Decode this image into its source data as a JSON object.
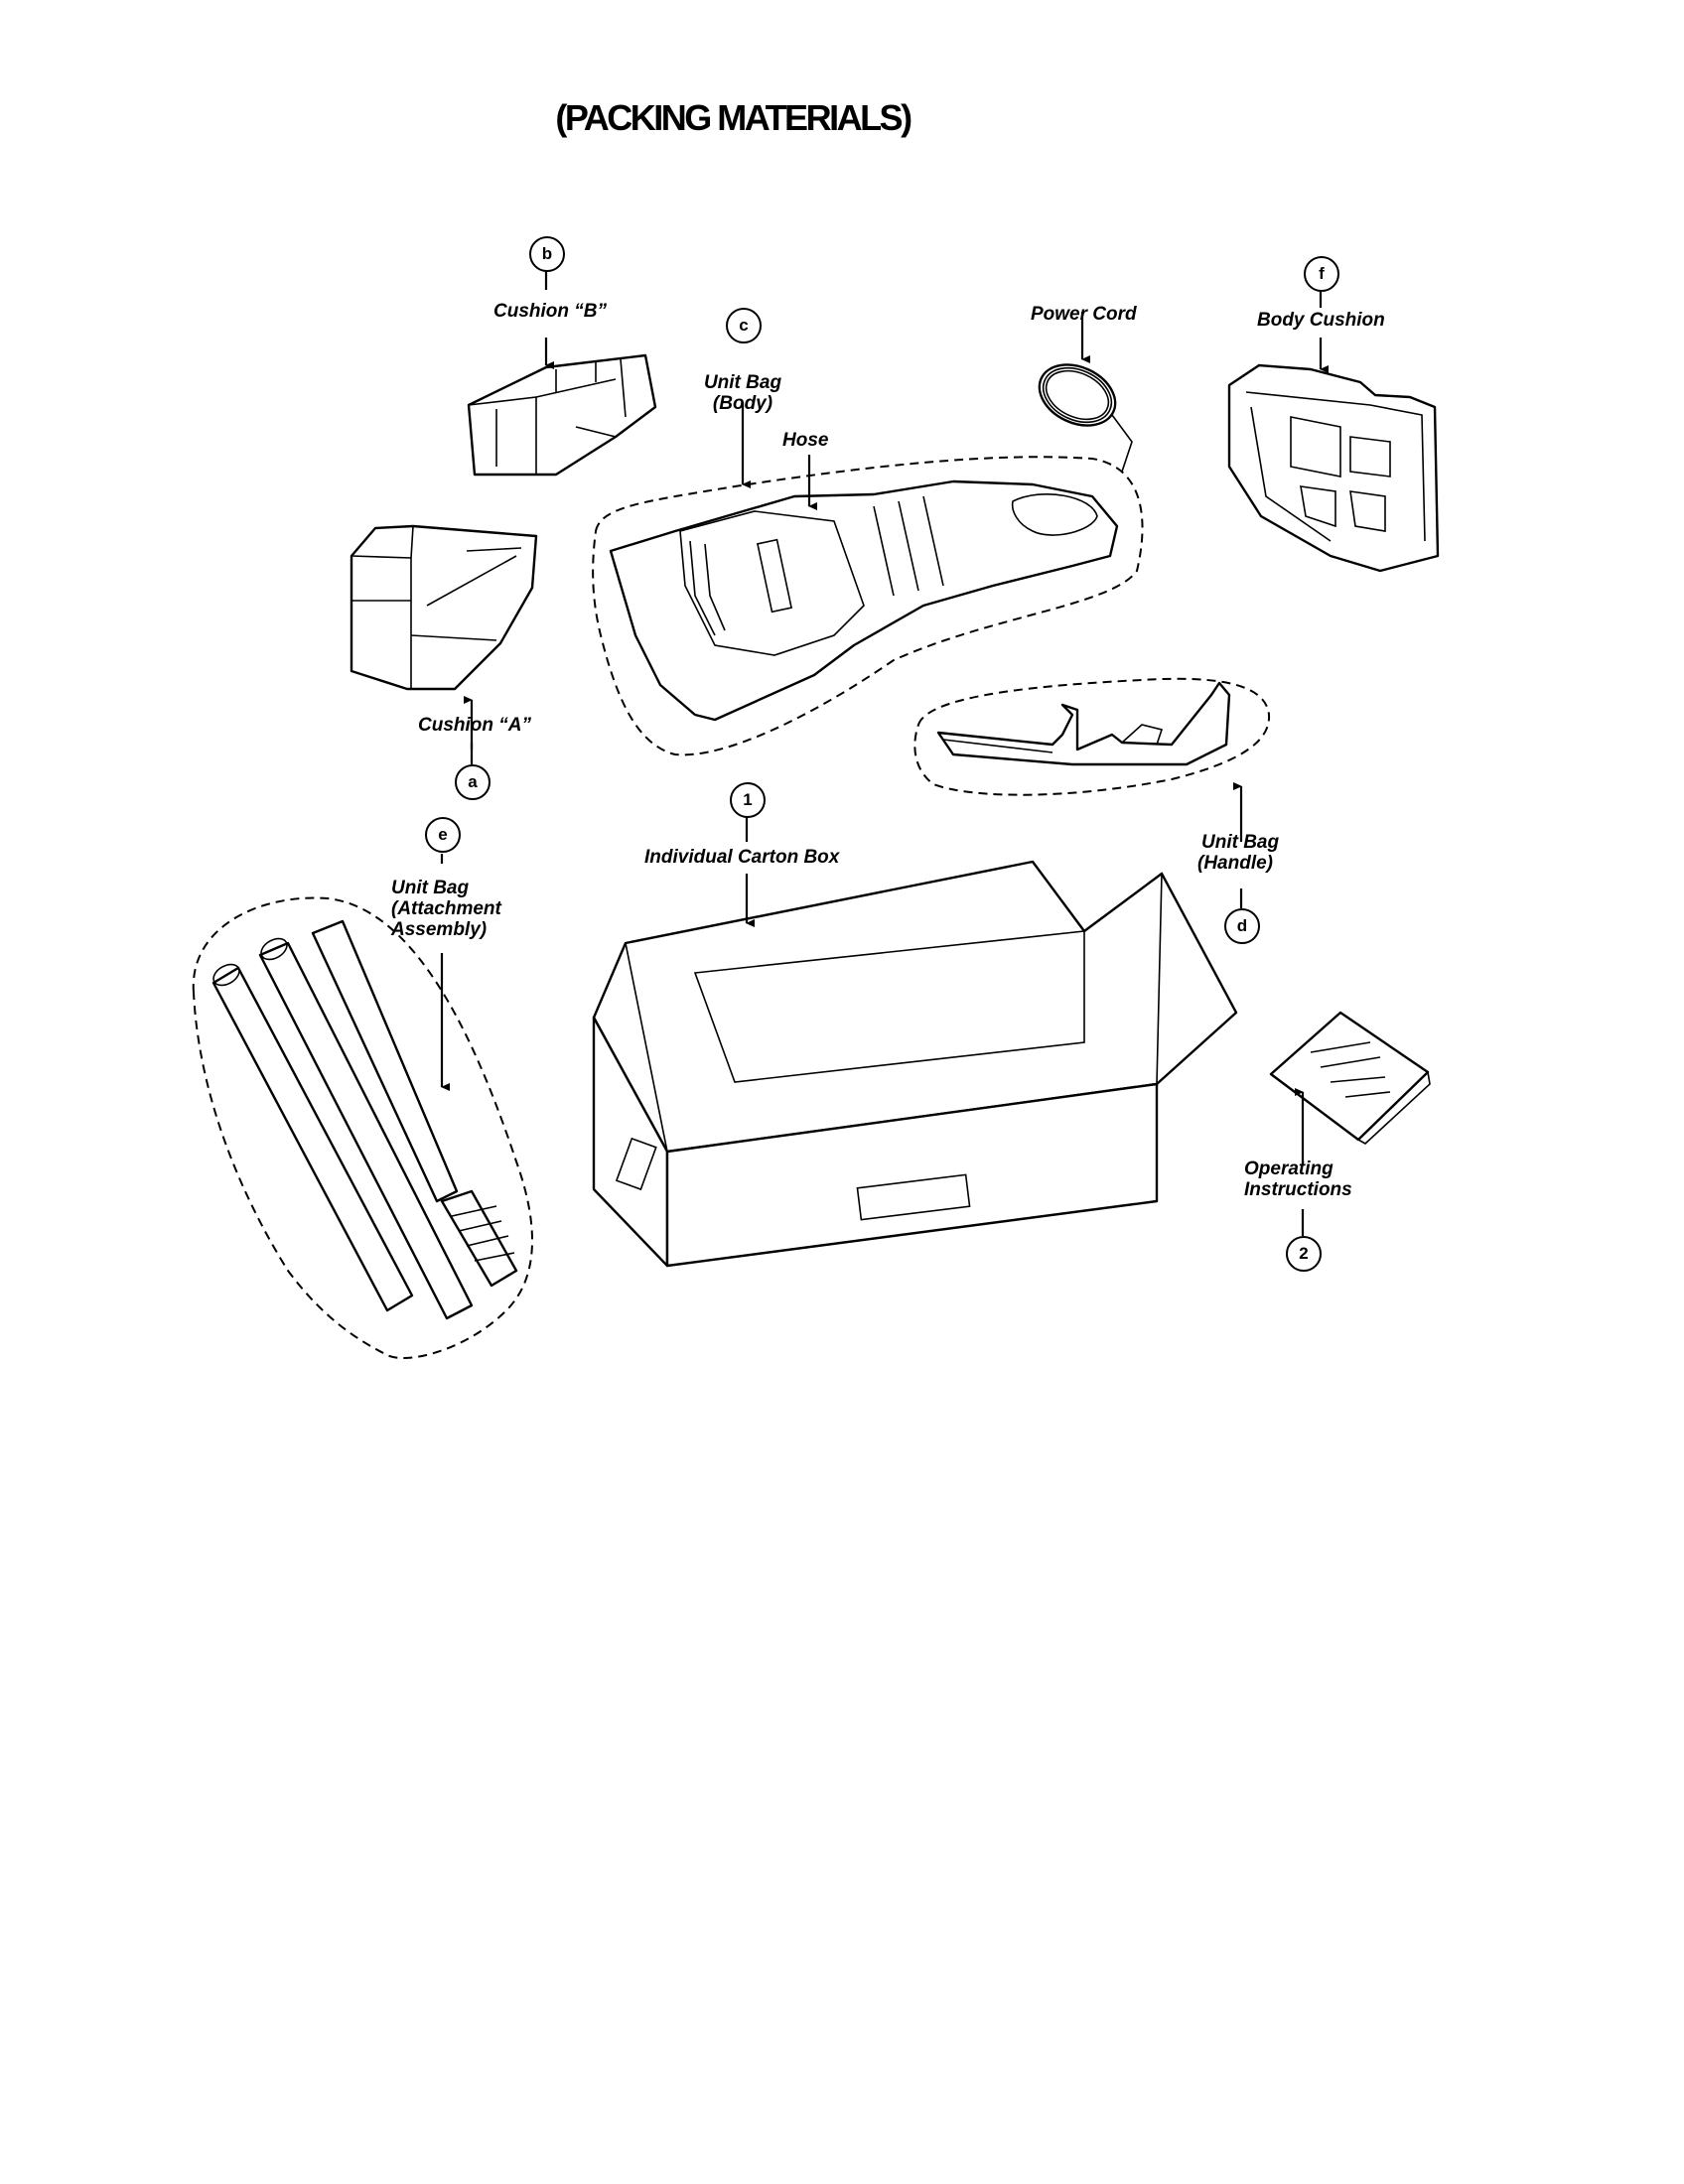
{
  "title": "(PACKING MATERIALS)",
  "callouts": {
    "a": "a",
    "b": "b",
    "c": "c",
    "d": "d",
    "e": "e",
    "f": "f",
    "one": "1",
    "two": "2"
  },
  "labels": {
    "cushion_b": "Cushion “B”",
    "cushion_a": "Cushion “A”",
    "unit_bag_body_1": "Unit Bag",
    "unit_bag_body_2": "(Body)",
    "hose": "Hose",
    "power_cord": "Power Cord",
    "body_cushion": "Body Cushion",
    "unit_bag_handle_1": "Unit Bag",
    "unit_bag_handle_2": "(Handle)",
    "unit_bag_attach_1": "Unit Bag",
    "unit_bag_attach_2": "(Attachment",
    "unit_bag_attach_3": "Assembly)",
    "carton": "Individual Carton Box",
    "operating_1": "Operating",
    "operating_2": "Instructions"
  }
}
